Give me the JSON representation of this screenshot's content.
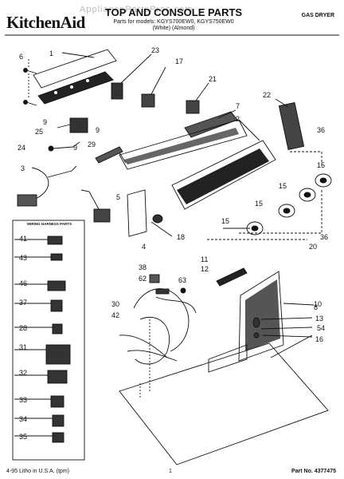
{
  "header": {
    "brand": "KitchenAid",
    "title": "TOP AND CONSOLE PARTS",
    "models_line1": "Parts for models: KGYS700EW0, KGYS750EW0",
    "models_line2": "(White)      (Almond)",
    "dryer_type": "GAS DRYER"
  },
  "watermark": "AppliancePartsPros.com",
  "wiring_harness_title": "WIRING HARNESS PARTS",
  "footer": {
    "litho": "4-95 Litho in U.S.A. (tpm)",
    "page": "1",
    "part_no": "Part No. 4377475"
  },
  "callouts": {
    "c1": "1",
    "c2": "2",
    "c3": "3",
    "c4": "4",
    "c5": "5",
    "c6": "6",
    "c7": "7",
    "c8": "8",
    "c9a": "9",
    "c9b": "9",
    "c9c": "9",
    "c10": "10",
    "c11": "11",
    "c12": "12",
    "c13": "13",
    "c15a": "15",
    "c15b": "15",
    "c15c": "15",
    "c15d": "15",
    "c16": "16",
    "c17": "17",
    "c18": "18",
    "c20": "20",
    "c21": "21",
    "c22": "22",
    "c23": "23",
    "c24": "24",
    "c25": "25",
    "c28": "28",
    "c29": "29",
    "c30": "30",
    "c31": "31",
    "c32": "32",
    "c33": "33",
    "c34": "34",
    "c35": "35",
    "c36a": "36",
    "c36b": "36",
    "c37": "37",
    "c38": "38",
    "c41": "41",
    "c42": "42",
    "c43": "43",
    "c46": "46",
    "c54": "54",
    "c62": "62",
    "c63": "63"
  }
}
